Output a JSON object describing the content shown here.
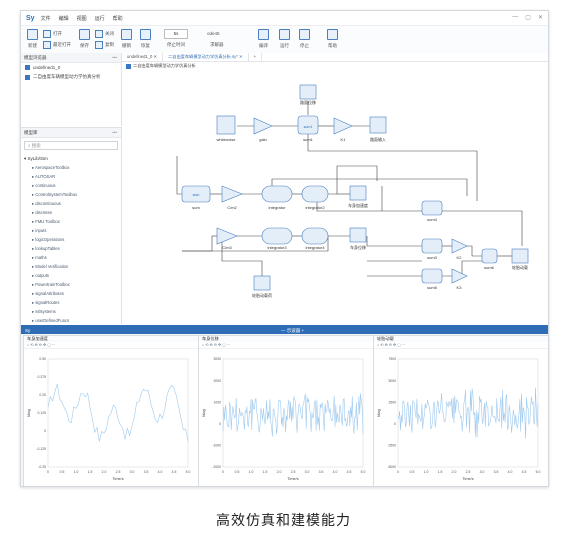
{
  "app": {
    "logo": "Sy",
    "menus": [
      "文件",
      "编辑",
      "视图",
      "运行",
      "帮助"
    ],
    "window_controls": [
      "—",
      "▢",
      "✕"
    ]
  },
  "ribbon": {
    "new_label": "新建",
    "open_label": "打开",
    "open_recent_label": "最近打开",
    "save_label": "保存",
    "close_label": "关闭",
    "copy_label": "复制",
    "undo_label": "撤销",
    "redo_label": "恢复",
    "sim_time": "5s",
    "stop_time_label": "停止时间",
    "solver_label": "求解器",
    "solver_value": "ode45",
    "build_label": "编译",
    "run_label": "运行",
    "stop_label": "停止",
    "help_label": "帮助"
  },
  "model_browser": {
    "title": "模型浏览器",
    "items": [
      "undefined1_0",
      "二自由度车辆模型动力学仿真分析"
    ]
  },
  "library": {
    "title": "模型库",
    "search_placeholder": "搜索",
    "root": "SyLib/Sim",
    "items": [
      "AerospaceToolbox",
      "AUTOSAR",
      "continuous",
      "ControlSystemToolbox",
      "discontinuous",
      "discretes",
      "FMU Toolbox",
      "inputs",
      "logicOperations",
      "lookupTables",
      "maths",
      "Model Verification",
      "outputs",
      "PowertrainToolbox",
      "signalAttributes",
      "signalRoutes",
      "sslsystems",
      "userDefinedFuncs",
      "VehicleDynamicsToolbox"
    ]
  },
  "editor": {
    "tabs": [
      "undefined1_0",
      "二自由度车辆模型动力学仿真分析.sy*"
    ],
    "breadcrumb": "二自由度车辆模型动力学仿真分析",
    "blocks": {
      "wn": "whitenoise",
      "gain": "gain",
      "sum1": "sum1",
      "k1": "K1",
      "road": "路面输入",
      "scope_top": "路面位移",
      "sum2": "sum",
      "c": "C/m2",
      "integrator": "integrator",
      "integrator2": "integrator2",
      "accel_label": "车身加速度",
      "c3": "C/m3",
      "integrator3": "integrator3",
      "integrator4": "integrator4",
      "disp_label": "车身位移",
      "dyn_label": "轮胎动载荷",
      "sum3": "sum3",
      "k2": "K2",
      "k3": "K3",
      "sum4": "sum4",
      "sum5": "sum5",
      "sum6": "sum6",
      "dyn_scope": "轮胎动载"
    }
  },
  "scopes": {
    "bar_title": "Sy",
    "mid_text": "—   示波器   +",
    "panels": [
      {
        "title": "车身加速度",
        "ylabel": "Mag",
        "xlabel": "Time/s",
        "yticks": [
          "0.50",
          "0.375",
          "0.25",
          "0.125",
          "0",
          "-0.125",
          "-0.25"
        ],
        "xticks": [
          "0",
          "0.5",
          "1.0",
          "1.5",
          "2.0",
          "2.5",
          "3.0",
          "3.5",
          "4.0",
          "4.5",
          "5.0"
        ]
      },
      {
        "title": "车身位移",
        "ylabel": "Mag",
        "xlabel": "Time/s",
        "yticks": [
          "3000",
          "2000",
          "1000",
          "0",
          "-1000",
          "-2000"
        ],
        "xticks": [
          "0",
          "0.5",
          "1.0",
          "1.5",
          "2.0",
          "2.5",
          "3.0",
          "3.5",
          "4.0",
          "4.5",
          "5.0"
        ]
      },
      {
        "title": "轮胎动载",
        "ylabel": "Mag",
        "xlabel": "Time/s",
        "yticks": [
          "7500",
          "5000",
          "2500",
          "0",
          "-2500",
          "-5000"
        ],
        "xticks": [
          "0",
          "0.5",
          "1.0",
          "1.5",
          "2.0",
          "2.5",
          "3.0",
          "3.5",
          "4.0",
          "4.5",
          "5.0"
        ]
      }
    ]
  },
  "caption": "高效仿真和建模能力",
  "colors": {
    "accent": "#2e6db5",
    "signal": "#9ec9ee",
    "block": "#e3eef9"
  }
}
